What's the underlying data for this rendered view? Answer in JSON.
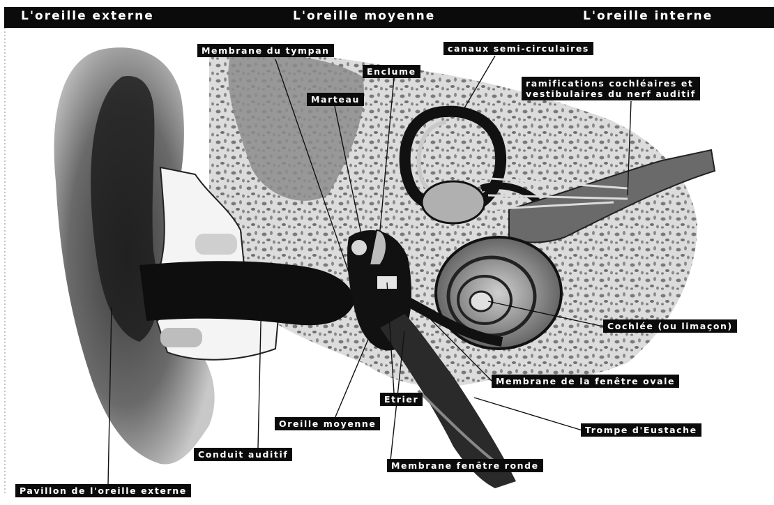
{
  "sections": {
    "outer": "L'oreille externe",
    "middle": "L'oreille moyenne",
    "inner": "L'oreille interne"
  },
  "labels": {
    "tympan": "Membrane du tympan",
    "enclume": "Enclume",
    "marteau": "Marteau",
    "canaux": "canaux semi-circulaires",
    "nerf_line1": "ramifications cochléaires et",
    "nerf_line2": "vestibulaires du nerf auditif",
    "cochlee": "Cochlée (ou limaçon)",
    "fenetre_ovale": "Membrane de la fenêtre ovale",
    "etrier": "Etrier",
    "oreille_moyenne": "Oreille moyenne",
    "eustache": "Trompe d'Eustache",
    "conduit": "Conduit auditif",
    "fenetre_ronde": "Membrane fenêtre ronde",
    "pavillon": "Pavillon de l'oreille externe"
  }
}
